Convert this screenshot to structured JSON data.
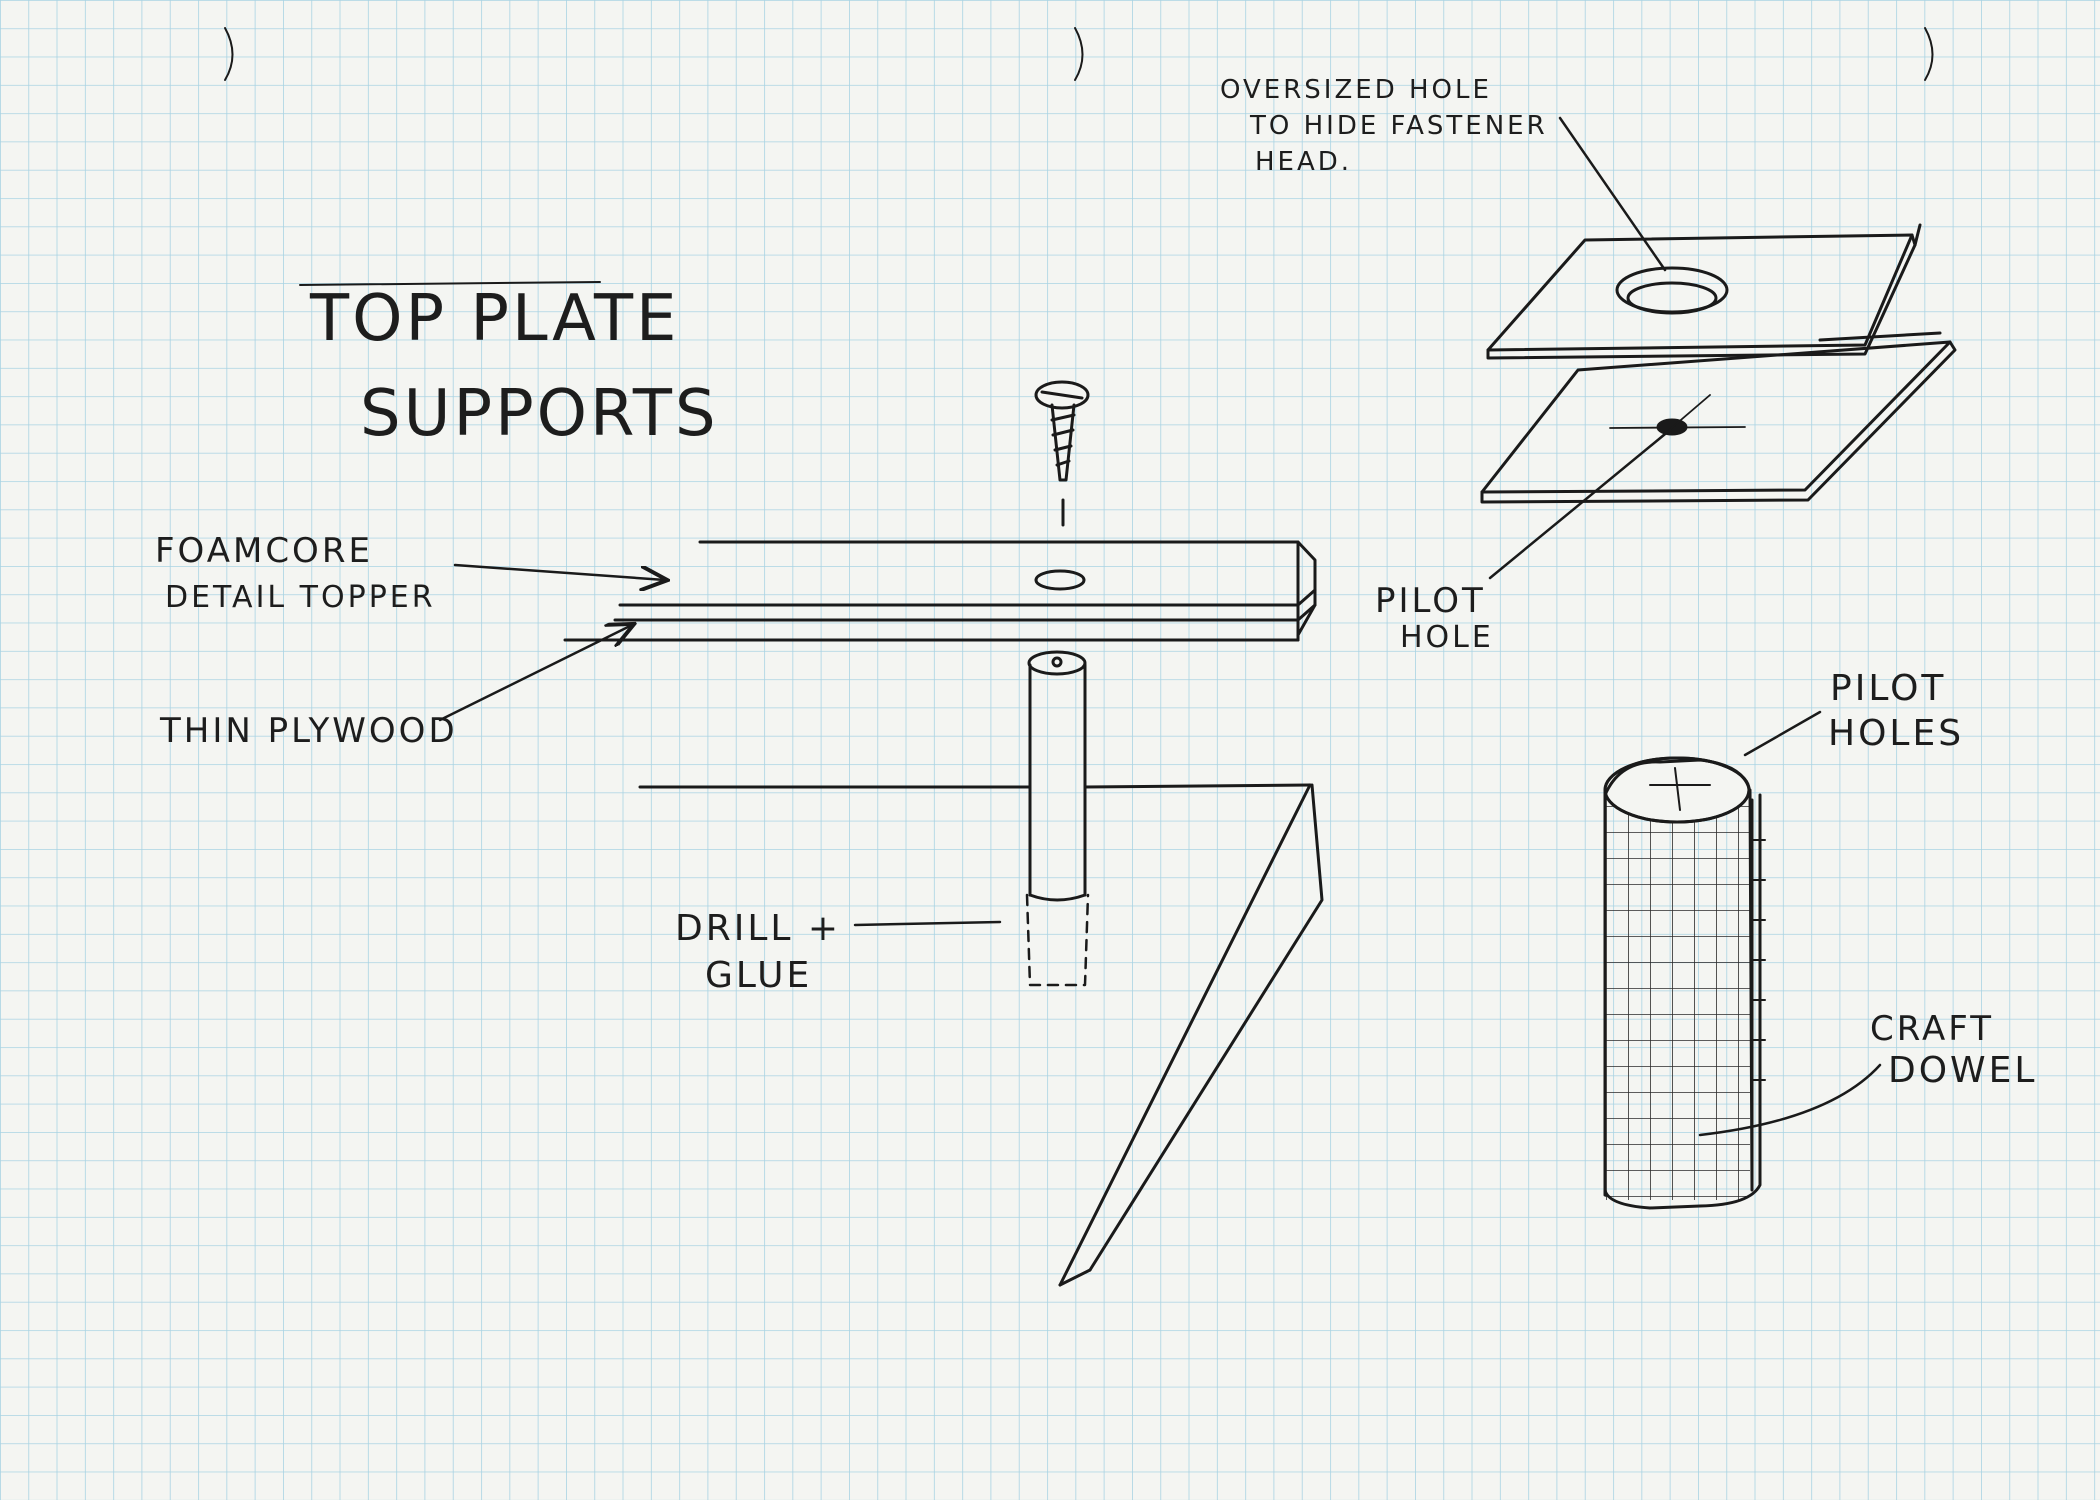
{
  "colors": {
    "paper": "#f4f5f2",
    "grid": "#a9d3e3",
    "ink": "#1a1a1a"
  },
  "title": {
    "line1": "TOP PLATE",
    "line2": "SUPPORTS"
  },
  "labels": {
    "foamcore_1": "FOAMCORE",
    "foamcore_2": "DETAIL TOPPER",
    "plywood": "THIN PLYWOOD",
    "drill_1": "DRILL +",
    "drill_2": "GLUE",
    "oversized_1": "OVERSIZED HOLE",
    "oversized_2": "TO HIDE FASTENER",
    "oversized_3": "HEAD.",
    "pilot_hole_1": "PILOT",
    "pilot_hole_2": "HOLE",
    "pilot_holes_1": "PILOT",
    "pilot_holes_2": "HOLES",
    "dowel_1": "CRAFT",
    "dowel_2": "DOWEL"
  }
}
